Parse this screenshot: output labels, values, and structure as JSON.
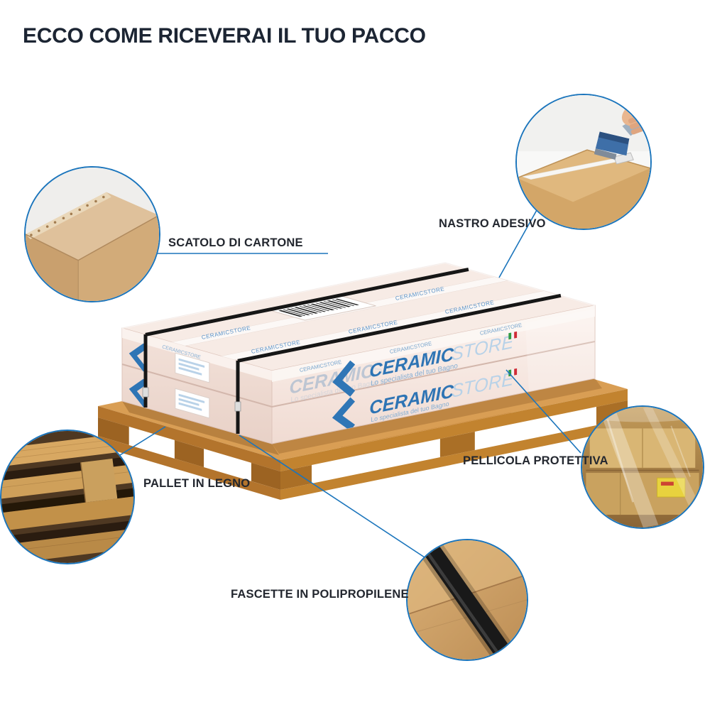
{
  "page": {
    "title": "ECCO COME RICEVERAI IL TUO PACCO"
  },
  "colors": {
    "accent_blue": "#1b75bc",
    "logo_blue": "#2e74b4",
    "cardboard_tan": "#d2a263",
    "pallet_wood": "#c2832f",
    "strap_black": "#161616",
    "film_wrap": "#f7ebe5"
  },
  "callouts": {
    "scatolo": {
      "label": "SCATOLO DI CARTONE",
      "image": "cardboard-box-corner-photo"
    },
    "nastro": {
      "label": "NASTRO ADESIVO",
      "image": "tape-gun-sealing-box-photo"
    },
    "pallet": {
      "label": "PALLET IN LEGNO",
      "image": "wooden-pallet-closeup-photo"
    },
    "pellicola": {
      "label": "PELLICOLA PROTETTIVA",
      "image": "shrink-wrap-film-photo"
    },
    "fascette": {
      "label": "FASCETTE IN POLIPROPILENE",
      "image": "strap-on-cardboard-photo"
    }
  },
  "package": {
    "brand": "CERAMIC",
    "brand_suffix": "STORE",
    "tagline": "Lo specialista del tuo Bagno",
    "tape_text": "CERAMICSTORE"
  }
}
